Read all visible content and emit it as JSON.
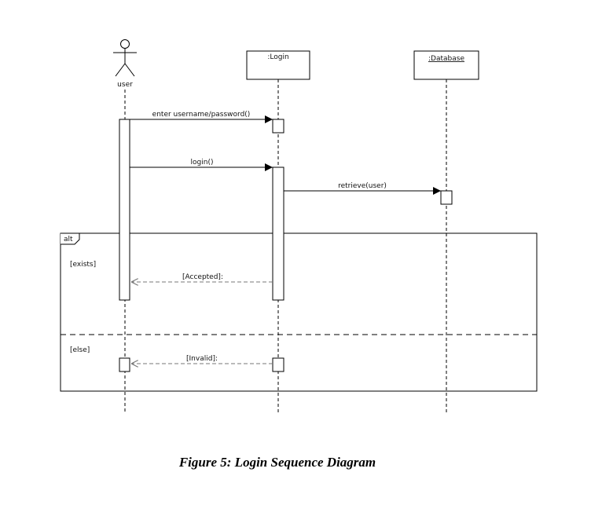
{
  "participants": {
    "actor": "user",
    "login": ":Login",
    "database": ":Database"
  },
  "messages": {
    "m1": "enter username/password()",
    "m2": "login()",
    "m3": "retrieve(user)",
    "r1": "[Accepted]:",
    "r2": "[Invalid]:"
  },
  "fragment": {
    "operator": "alt",
    "guard1": "[exists]",
    "guard2": "[else]"
  },
  "caption": "Figure 5: Login Sequence Diagram"
}
